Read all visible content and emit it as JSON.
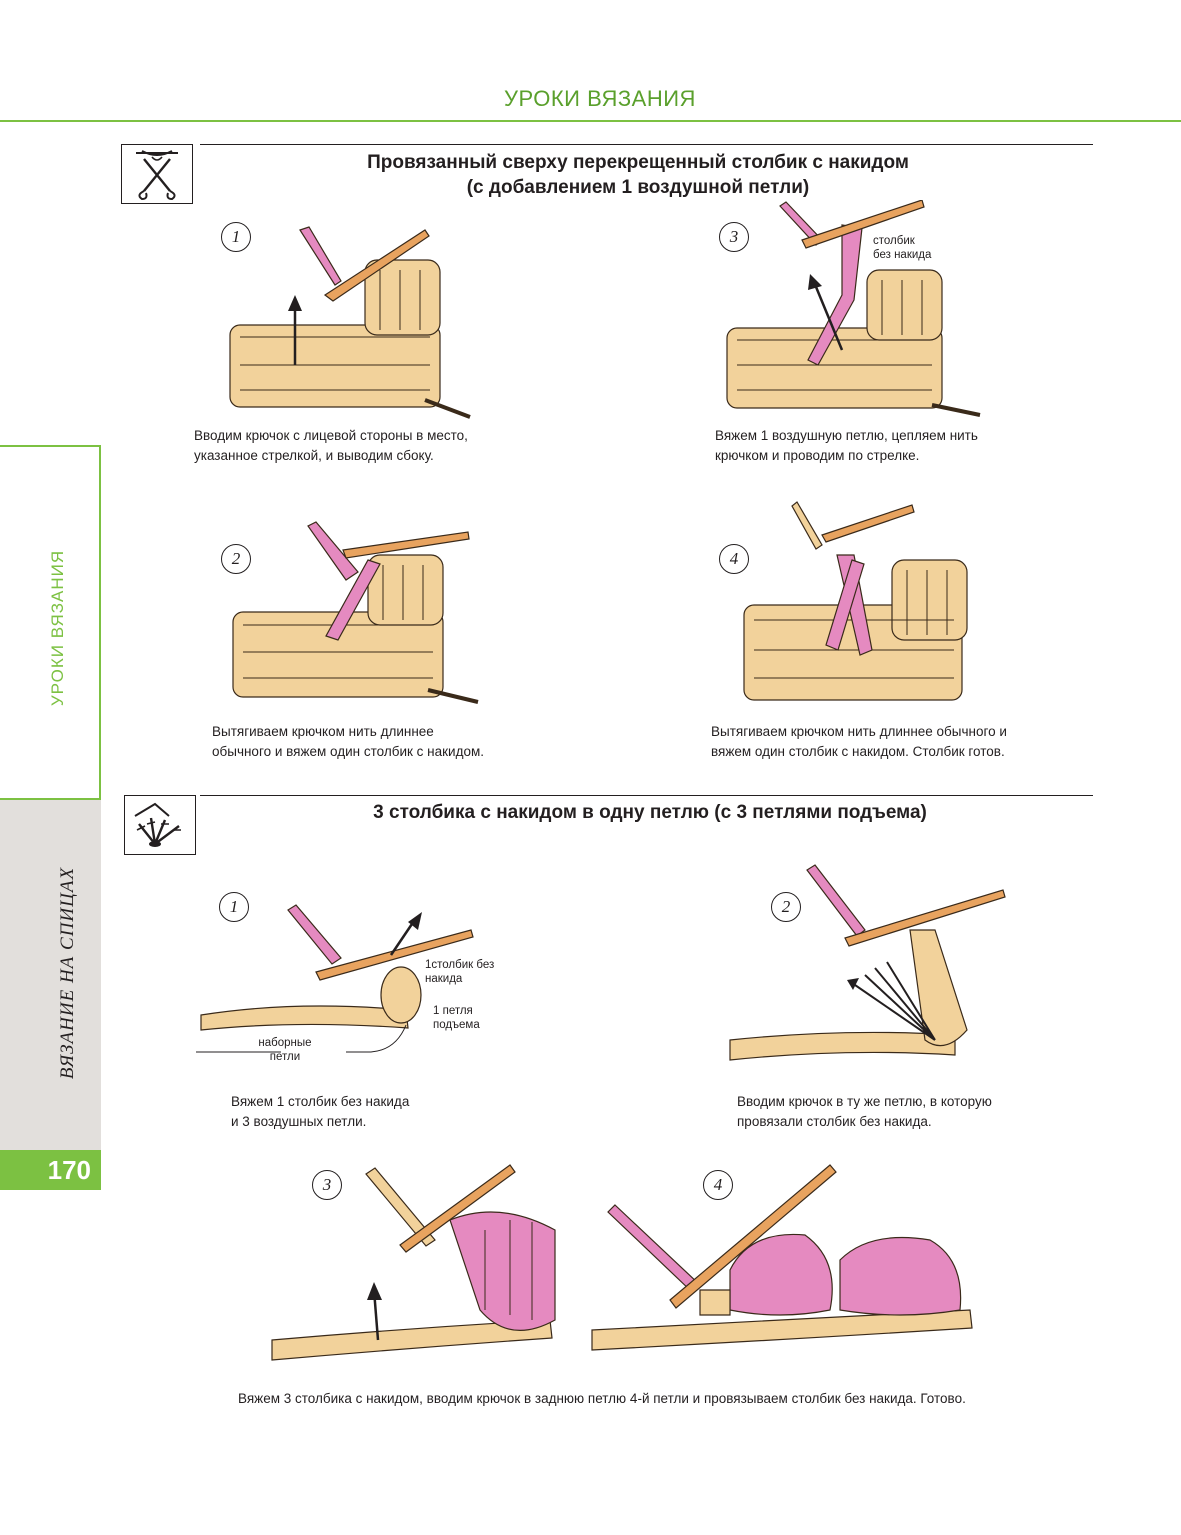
{
  "header": {
    "title": "УРОКИ ВЯЗАНИЯ"
  },
  "sidebar": {
    "section_label": "УРОКИ ВЯЗАНИЯ",
    "book_label": "ВЯЗАНИЕ НА СПИЦАХ",
    "page_number": "170"
  },
  "section1": {
    "title": "Провязанный сверху перекрещенный столбик с накидом\n(с добавлением 1 воздушной петли)",
    "steps": [
      {
        "num": "1",
        "caption": "Вводим крючок с лицевой стороны в место,\nуказанное стрелкой, и выводим сбоку."
      },
      {
        "num": "3",
        "caption": "Вяжем 1 воздушную петлю, цепляем нить\nкрючком и проводим по стрелке.",
        "label": "столбик\nбез накида"
      },
      {
        "num": "2",
        "caption": "Вытягиваем крючком нить длиннее\nобычного и вяжем один столбик с накидом."
      },
      {
        "num": "4",
        "caption": "Вытягиваем крючком нить длиннее обычного и\nвяжем один столбик с накидом. Столбик готов."
      }
    ]
  },
  "section2": {
    "title": "3 столбика с накидом в одну петлю (с 3 петлями подъема)",
    "steps": [
      {
        "num": "1",
        "caption": "Вяжем 1 столбик без накида\nи 3 воздушных петли.",
        "labels": {
          "stitch": "1столбик без\nнакида",
          "lift": "1 петля\nподъема",
          "chain": "наборные\nпетли"
        }
      },
      {
        "num": "2",
        "caption": "Вводим крючок в ту же петлю, в которую\nпровязали столбик без накида."
      },
      {
        "num": "3"
      },
      {
        "num": "4"
      }
    ],
    "final_caption": "Вяжем 3 столбика с накидом, вводим крючок в заднюю петлю 4-й петли и провязываем столбик без накида. Готово."
  }
}
